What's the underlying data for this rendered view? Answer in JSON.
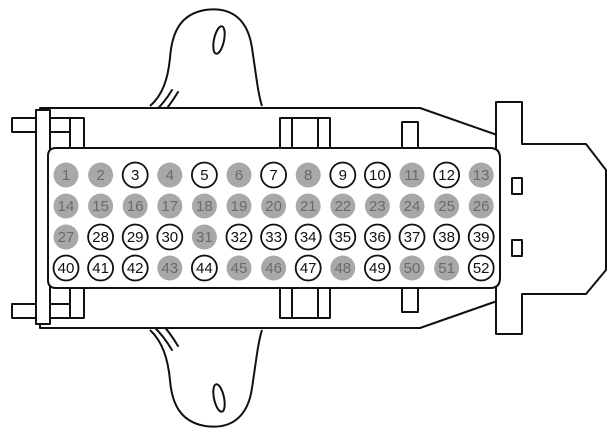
{
  "connector": {
    "pin_rows": [
      [
        1,
        2,
        3,
        4,
        5,
        6,
        7,
        8,
        9,
        10,
        11,
        12,
        13
      ],
      [
        14,
        15,
        16,
        17,
        18,
        19,
        20,
        21,
        22,
        23,
        24,
        25,
        26
      ],
      [
        27,
        28,
        29,
        30,
        31,
        32,
        33,
        34,
        35,
        36,
        37,
        38,
        39
      ],
      [
        40,
        41,
        42,
        43,
        44,
        45,
        46,
        47,
        48,
        49,
        50,
        51,
        52
      ]
    ],
    "used_pins": [
      1,
      2,
      4,
      6,
      8,
      11,
      13,
      14,
      15,
      16,
      17,
      18,
      19,
      20,
      21,
      22,
      23,
      24,
      25,
      26,
      27,
      31,
      43,
      45,
      46,
      48,
      50,
      51
    ],
    "colors": {
      "used_pin_fill": "#a8a8a8",
      "used_pin_text": "#6a6a6a",
      "unused_pin_outline": "#111111",
      "line": "#111111"
    }
  }
}
